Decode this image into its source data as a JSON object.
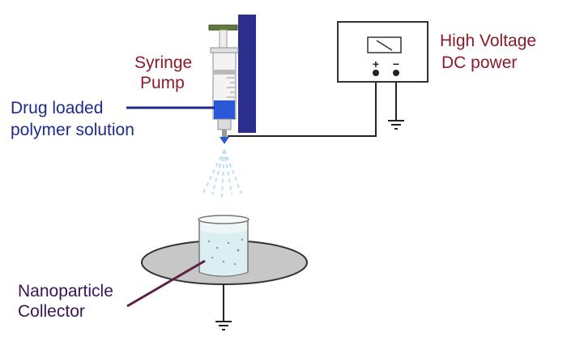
{
  "labels": {
    "syringe_pump": [
      "Syringe",
      "Pump"
    ],
    "drug_solution": [
      "Drug loaded",
      "polymer solution"
    ],
    "power_supply": [
      "High Voltage",
      "DC power"
    ],
    "collector": [
      "Nanoparticle",
      "Collector"
    ],
    "positive_terminal": "+",
    "negative_terminal": "−"
  },
  "colors": {
    "syringe_pump_label": "#8b1a2b",
    "power_supply_label": "#8b1a2b",
    "drug_solution_label": "#1f2a8c",
    "collector_label": "#3a1458",
    "pump_wall": "#2c2e8e",
    "solution_fill": "#2a58d8",
    "plunger_cap": "#5f7a3a"
  }
}
